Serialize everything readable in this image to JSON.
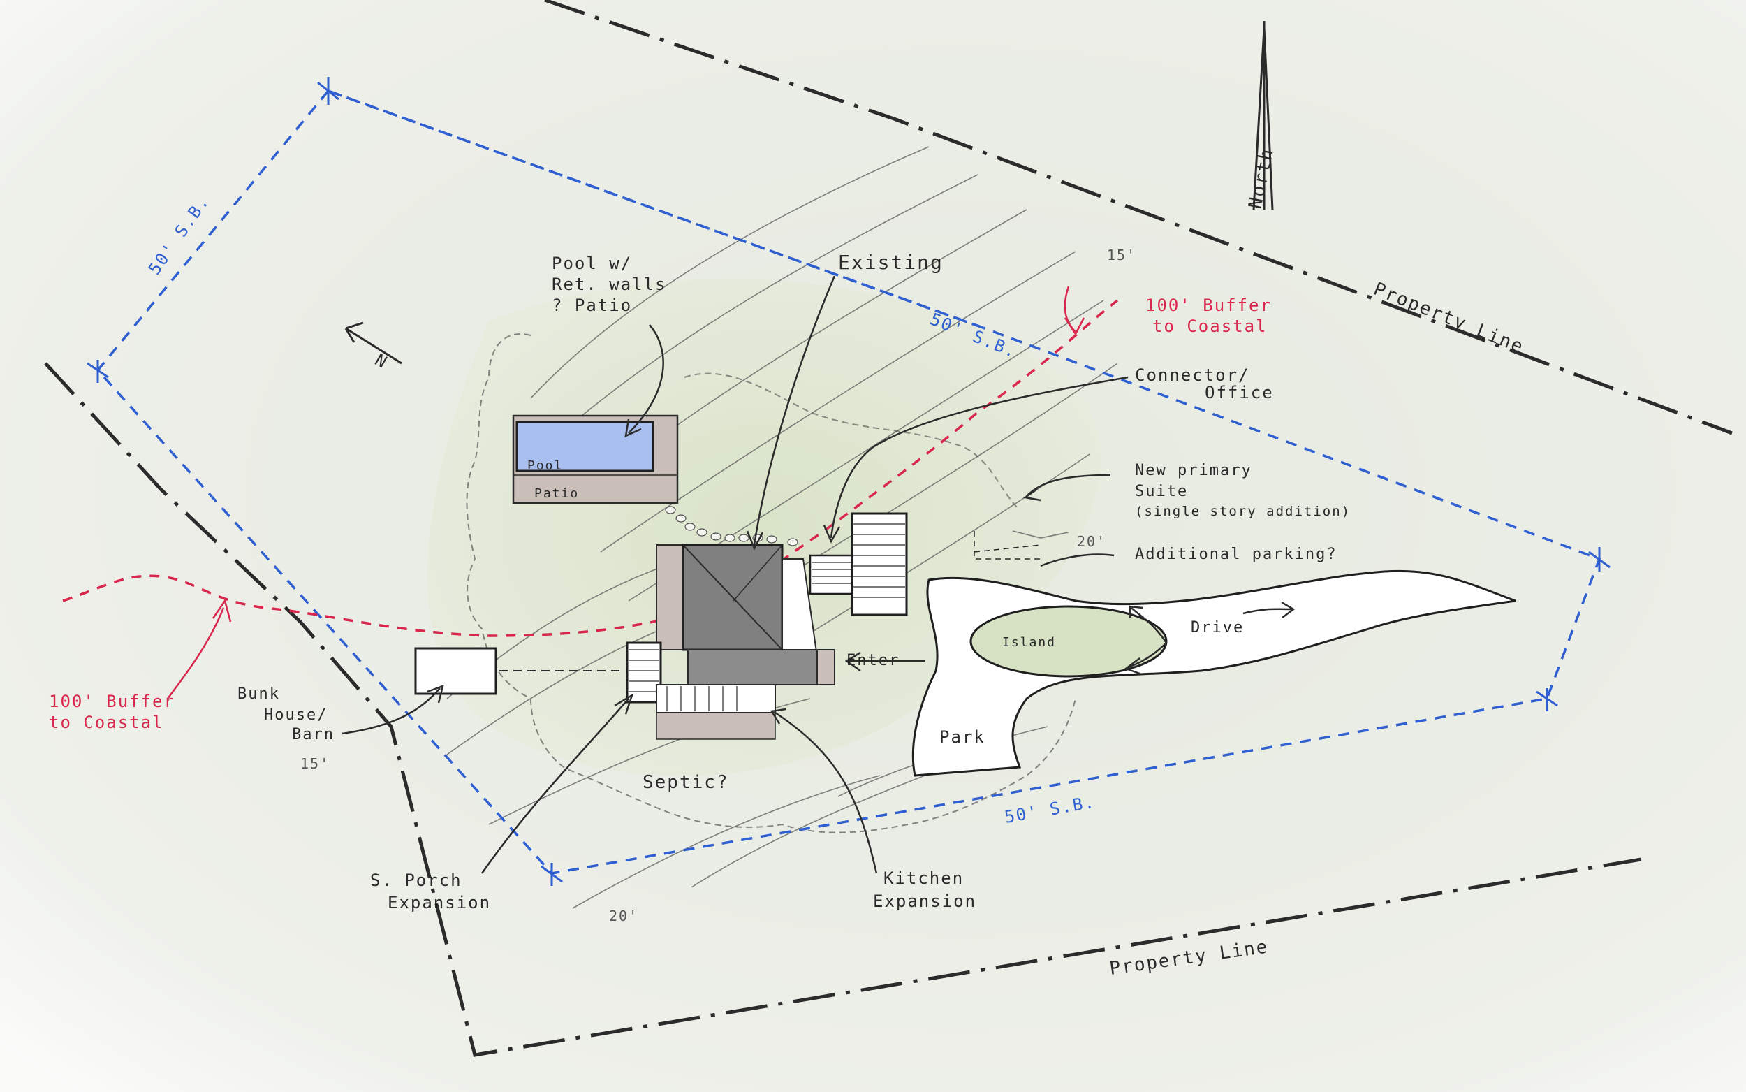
{
  "labels": {
    "pool_note_1": "Pool w/",
    "pool_note_2": "Ret. walls",
    "pool_note_3": "? Patio",
    "pool": "Pool",
    "patio": "Patio",
    "existing": "Existing",
    "buffer_east_1": "100' Buffer",
    "buffer_east_2": "to Coastal",
    "buffer_west_1": "100' Buffer",
    "buffer_west_2": "to Coastal",
    "connector_1": "Connector/",
    "connector_2": "Office",
    "suite_1": "New primary",
    "suite_2": "Suite",
    "suite_3": "(single story addition)",
    "add_parking": "Additional parking?",
    "drive": "Drive",
    "island": "Island",
    "park": "Park",
    "enter": "Enter",
    "bunk_1": "Bunk",
    "bunk_2": "House/",
    "bunk_3": "Barn",
    "septic": "Septic?",
    "porch_1": "S. Porch",
    "porch_2": "Expansion",
    "kitchen_1": "Kitchen",
    "kitchen_2": "Expansion",
    "property_line_ne": "Property Line",
    "property_line_s": "Property Line",
    "north": "North",
    "north_arrow_label": "N",
    "sb_west": "50' S.B.",
    "sb_north": "50' S.B.",
    "sb_south": "50' S.B.",
    "contour_15_ne": "15'",
    "contour_20_e": "20'",
    "contour_15_w": "15'",
    "contour_20_s": "20'"
  },
  "colors": {
    "setback": "#2f5fd0",
    "buffer": "#d8264d",
    "property": "#2b2b2b",
    "pool_water": "#a9bff0",
    "patio": "#c9beb8",
    "roof_dark": "#8c8c8c",
    "lawn": "#dfe6cf"
  }
}
